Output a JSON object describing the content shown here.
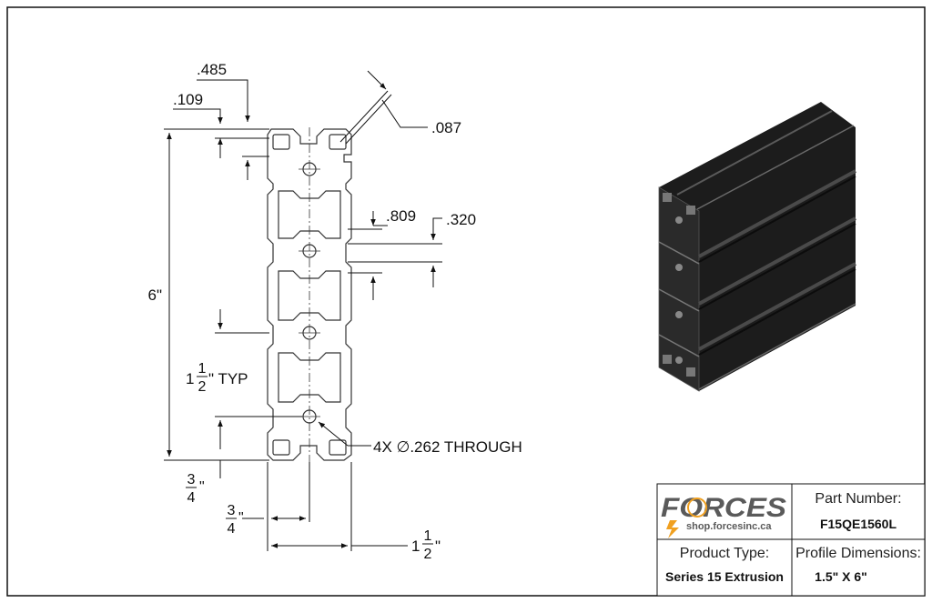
{
  "drawing": {
    "dimensions": {
      "d485": ".485",
      "d109": ".109",
      "d087": ".087",
      "d809": ".809",
      "d320": ".320",
      "d6in": "6\"",
      "typ_whole": "1",
      "typ_num": "1",
      "typ_den": "2",
      "typ_suffix": "\" TYP",
      "hole_callout": "4X ∅.262 THROUGH",
      "left34_num": "3",
      "left34_den": "4",
      "left34_suffix": "\"",
      "mid34_num": "3",
      "mid34_den": "4",
      "mid34_suffix": "\"",
      "width_whole": "1",
      "width_num": "1",
      "width_den": "2",
      "width_suffix": "\""
    }
  },
  "title_block": {
    "logo_text": "FORCES",
    "logo_url": "shop.forcesinc.ca",
    "part_number_label": "Part Number:",
    "part_number_value": "F15QE1560L",
    "product_type_label": "Product Type:",
    "product_type_value": "Series 15 Extrusion",
    "profile_dimensions_label": "Profile Dimensions:",
    "profile_dimensions_value": "1.5\" X  6\""
  },
  "colors": {
    "line": "#111111",
    "extrusion_dark": "#1c1c1c",
    "logo_gray": "#5a5a5a",
    "logo_orange": "#f0a020"
  }
}
